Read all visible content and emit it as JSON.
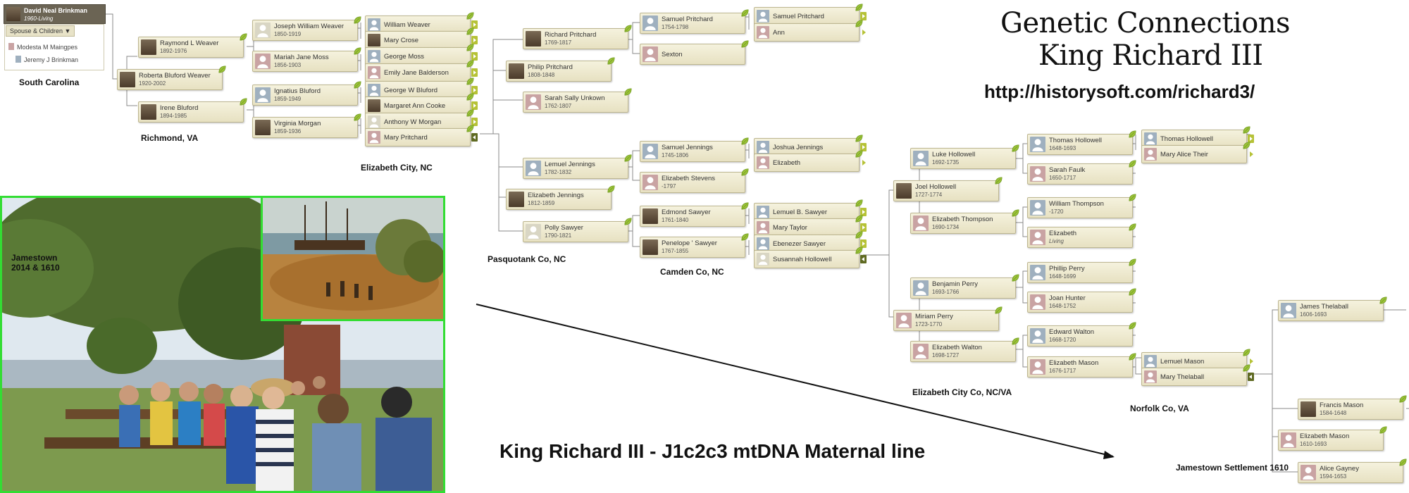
{
  "title": {
    "line1": "Genetic Connections",
    "line2": "King Richard III"
  },
  "url": "http://historysoft.com/richard3/",
  "caption": "King Richard III - J1c2c3 mtDNA Maternal line",
  "photo_label": "Jamestown\n2014 & 1610",
  "root": {
    "name": "David Neal Brinkman",
    "dates": "1960-Living",
    "spouse_button": "Spouse & Children ▼",
    "children": [
      "Modesta M Maingpes",
      "Jeremy J Brinkman"
    ]
  },
  "place_labels": {
    "sc": "South Carolina",
    "richmond": "Richmond, VA",
    "ecity": "Elizabeth City, NC",
    "pasquotank": "Pasquotank Co, NC",
    "camden": "Camden Co, NC",
    "ecity2": "Elizabeth City Co, NC/VA",
    "norfolk": "Norfolk Co, VA",
    "jamestown": "Jamestown Settlement 1610"
  },
  "people": {
    "raymond": {
      "name": "Raymond L Weaver",
      "dates": "1892-1976"
    },
    "roberta": {
      "name": "Roberta Bluford Weaver",
      "dates": "1920-2002"
    },
    "irene": {
      "name": "Irene Bluford",
      "dates": "1894-1985"
    },
    "joseph": {
      "name": "Joseph William Weaver",
      "dates": "1850-1919"
    },
    "mariah": {
      "name": "Mariah Jane Moss",
      "dates": "1856-1903"
    },
    "ignatius": {
      "name": "Ignatius Bluford",
      "dates": "1859-1949"
    },
    "virginia": {
      "name": "Virginia Morgan",
      "dates": "1859-1936"
    },
    "william_weaver": {
      "name": "William Weaver"
    },
    "mary_crose": {
      "name": "Mary Crose"
    },
    "george_moss": {
      "name": "George Moss"
    },
    "emily": {
      "name": "Emily Jane Balderson"
    },
    "george_bluford": {
      "name": "George W Bluford"
    },
    "margaret": {
      "name": "Margaret Ann Cooke"
    },
    "anthony": {
      "name": "Anthony W Morgan"
    },
    "mary_pritchard": {
      "name": "Mary Pritchard"
    },
    "richard": {
      "name": "Richard Pritchard",
      "dates": "1769-1817"
    },
    "philip": {
      "name": "Philip Pritchard",
      "dates": "1808-1848"
    },
    "sarah_sally": {
      "name": "Sarah Sally Unkown",
      "dates": "1762-1807"
    },
    "samuel_p1": {
      "name": "Samuel Pritchard",
      "dates": "1754-1798"
    },
    "sexton": {
      "name": "Sexton"
    },
    "samuel_p2": {
      "name": "Samuel Pritchard"
    },
    "ann": {
      "name": "Ann"
    },
    "lemuel_j": {
      "name": "Lemuel Jennings",
      "dates": "1782-1832"
    },
    "elizabeth_j": {
      "name": "Elizabeth Jennings",
      "dates": "1812-1859"
    },
    "polly": {
      "name": "Polly Sawyer",
      "dates": "1790-1821"
    },
    "samuel_j": {
      "name": "Samuel Jennings",
      "dates": "1745-1806"
    },
    "elizabeth_stevens": {
      "name": "Elizabeth Stevens",
      "dates": "-1797"
    },
    "joshua": {
      "name": "Joshua Jennings"
    },
    "elizabeth_plain": {
      "name": "Elizabeth"
    },
    "edmond": {
      "name": "Edmond Sawyer",
      "dates": "1761-1840"
    },
    "penelope": {
      "name": "Penelope ' Sawyer",
      "dates": "1767-1855"
    },
    "lemuel_b": {
      "name": "Lemuel B. Sawyer"
    },
    "mary_taylor": {
      "name": "Mary Taylor"
    },
    "ebenezer": {
      "name": "Ebenezer Sawyer"
    },
    "susannah": {
      "name": "Susannah Hollowell"
    },
    "luke": {
      "name": "Luke Hollowell",
      "dates": "1692-1735"
    },
    "joel": {
      "name": "Joel Hollowell",
      "dates": "1727-1774"
    },
    "elizabeth_thompson": {
      "name": "Elizabeth Thompson",
      "dates": "1690-1734"
    },
    "thomas_h1": {
      "name": "Thomas Hollowell",
      "dates": "1648-1693"
    },
    "sarah_faulk": {
      "name": "Sarah Faulk",
      "dates": "1650-1717"
    },
    "william_thompson": {
      "name": "William Thompson",
      "dates": "-1720"
    },
    "elizabeth_living": {
      "name": "Elizabeth",
      "dates": "Living"
    },
    "thomas_h2": {
      "name": "Thomas Hollowell"
    },
    "mary_alice": {
      "name": "Mary Alice Their"
    },
    "benjamin": {
      "name": "Benjamin Perry",
      "dates": "1693-1766"
    },
    "miriam": {
      "name": "Miriam Perry",
      "dates": "1723-1770"
    },
    "elizabeth_walton": {
      "name": "Elizabeth Walton",
      "dates": "1698-1727"
    },
    "phillip_perry": {
      "name": "Phillip Perry",
      "dates": "1648-1699"
    },
    "joan_hunter": {
      "name": "Joan Hunter",
      "dates": "1648-1752"
    },
    "edward_walton": {
      "name": "Edward Walton",
      "dates": "1668-1720"
    },
    "elizabeth_mason1": {
      "name": "Elizabeth Mason",
      "dates": "1676-1717"
    },
    "lemuel_mason": {
      "name": "Lemuel Mason"
    },
    "mary_thelaball": {
      "name": "Mary Thelaball"
    },
    "james": {
      "name": "James Thelaball",
      "dates": "1606-1693"
    },
    "francis": {
      "name": "Francis Mason",
      "dates": "1584-1648"
    },
    "elizabeth_mason2": {
      "name": "Elizabeth Mason",
      "dates": "1610-1693"
    },
    "alice": {
      "name": "Alice Gayney",
      "dates": "1594-1653"
    }
  }
}
